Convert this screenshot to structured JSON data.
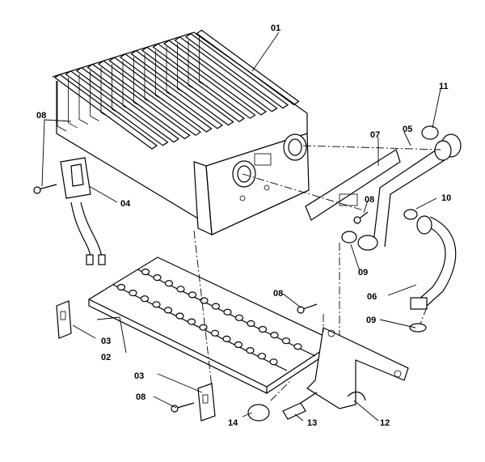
{
  "labels": {
    "p01": "01",
    "p02": "02",
    "p03a": "03",
    "p03b": "03",
    "p04": "04",
    "p05": "05",
    "p06": "06",
    "p07": "07",
    "p08a": "08",
    "p08b": "08",
    "p08c": "08",
    "p08d": "08",
    "p09a": "09",
    "p09b": "09",
    "p10": "10",
    "p11": "11",
    "p12": "12",
    "p13": "13",
    "p14": "14"
  }
}
